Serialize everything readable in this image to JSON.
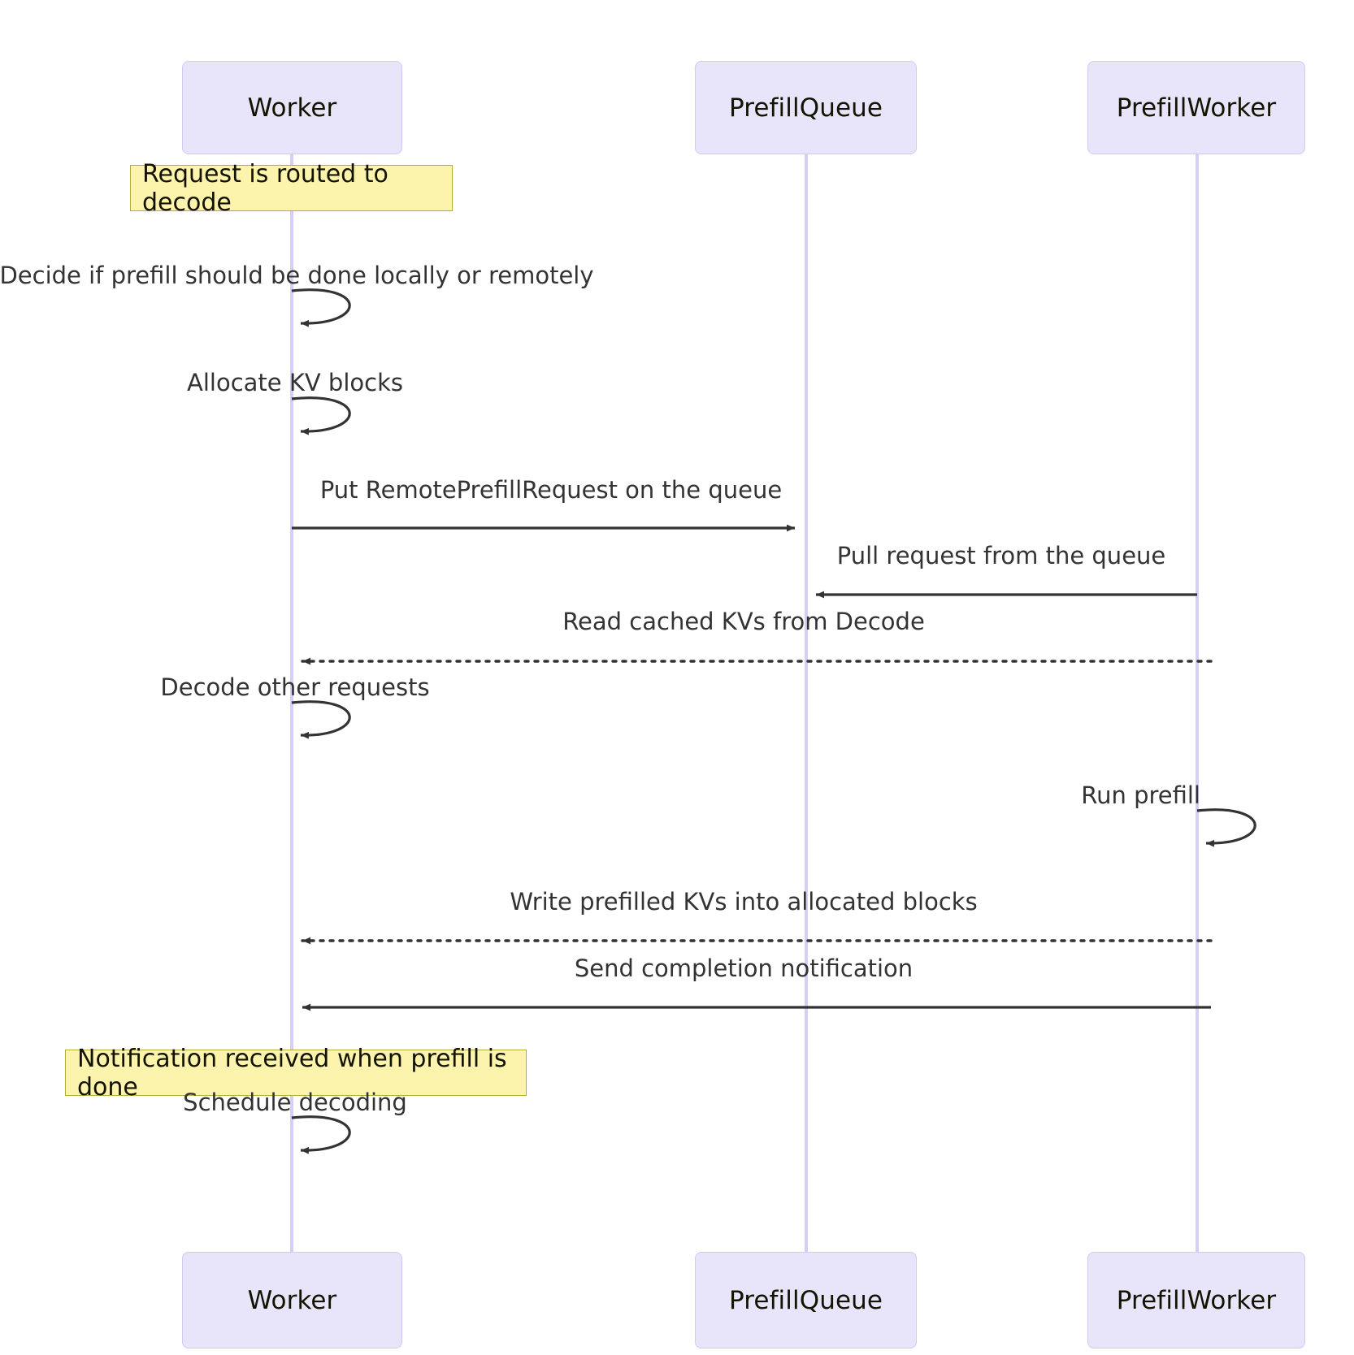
{
  "diagram": {
    "type": "sequence-diagram",
    "title": "",
    "colors": {
      "participant_fill": "#e8e4fa",
      "participant_border": "#d3c9f5",
      "lifeline": "#d8cdf7",
      "note_fill": "#fcf4ad",
      "note_border": "#b5ad35",
      "arrow": "#333333",
      "text": "#333333",
      "background": "#ffffff"
    },
    "participants": [
      {
        "name": "Worker",
        "label": "Worker"
      },
      {
        "name": "PrefillQueue",
        "label": "PrefillQueue"
      },
      {
        "name": "PrefillWorker",
        "label": "PrefillWorker"
      }
    ],
    "notes": [
      {
        "text": "Request is routed to decode",
        "over": "Worker"
      },
      {
        "text": "Notification received when prefill is done",
        "over": "Worker"
      }
    ],
    "messages": [
      {
        "index": 1,
        "from": "Worker",
        "to": "Worker",
        "label": "Decide if prefill should be done locally or remotely",
        "kind": "self",
        "line": "solid"
      },
      {
        "index": 2,
        "from": "Worker",
        "to": "Worker",
        "label": "Allocate KV blocks",
        "kind": "self",
        "line": "solid"
      },
      {
        "index": 3,
        "from": "Worker",
        "to": "PrefillQueue",
        "label": "Put RemotePrefillRequest on the queue",
        "kind": "forward",
        "line": "solid"
      },
      {
        "index": 4,
        "from": "PrefillWorker",
        "to": "PrefillQueue",
        "label": "Pull request from the queue",
        "kind": "backward",
        "line": "solid"
      },
      {
        "index": 5,
        "from": "PrefillWorker",
        "to": "Worker",
        "label": "Read cached KVs from Decode",
        "kind": "backward",
        "line": "dotted"
      },
      {
        "index": 6,
        "from": "Worker",
        "to": "Worker",
        "label": "Decode other requests",
        "kind": "self",
        "line": "solid"
      },
      {
        "index": 7,
        "from": "PrefillWorker",
        "to": "PrefillWorker",
        "label": "Run prefill",
        "kind": "self",
        "line": "solid"
      },
      {
        "index": 8,
        "from": "PrefillWorker",
        "to": "Worker",
        "label": "Write prefilled KVs into allocated blocks",
        "kind": "backward",
        "line": "dotted"
      },
      {
        "index": 9,
        "from": "PrefillWorker",
        "to": "Worker",
        "label": "Send completion notification",
        "kind": "backward",
        "line": "solid"
      },
      {
        "index": 10,
        "from": "Worker",
        "to": "Worker",
        "label": "Schedule decoding",
        "kind": "self",
        "line": "solid"
      }
    ]
  }
}
